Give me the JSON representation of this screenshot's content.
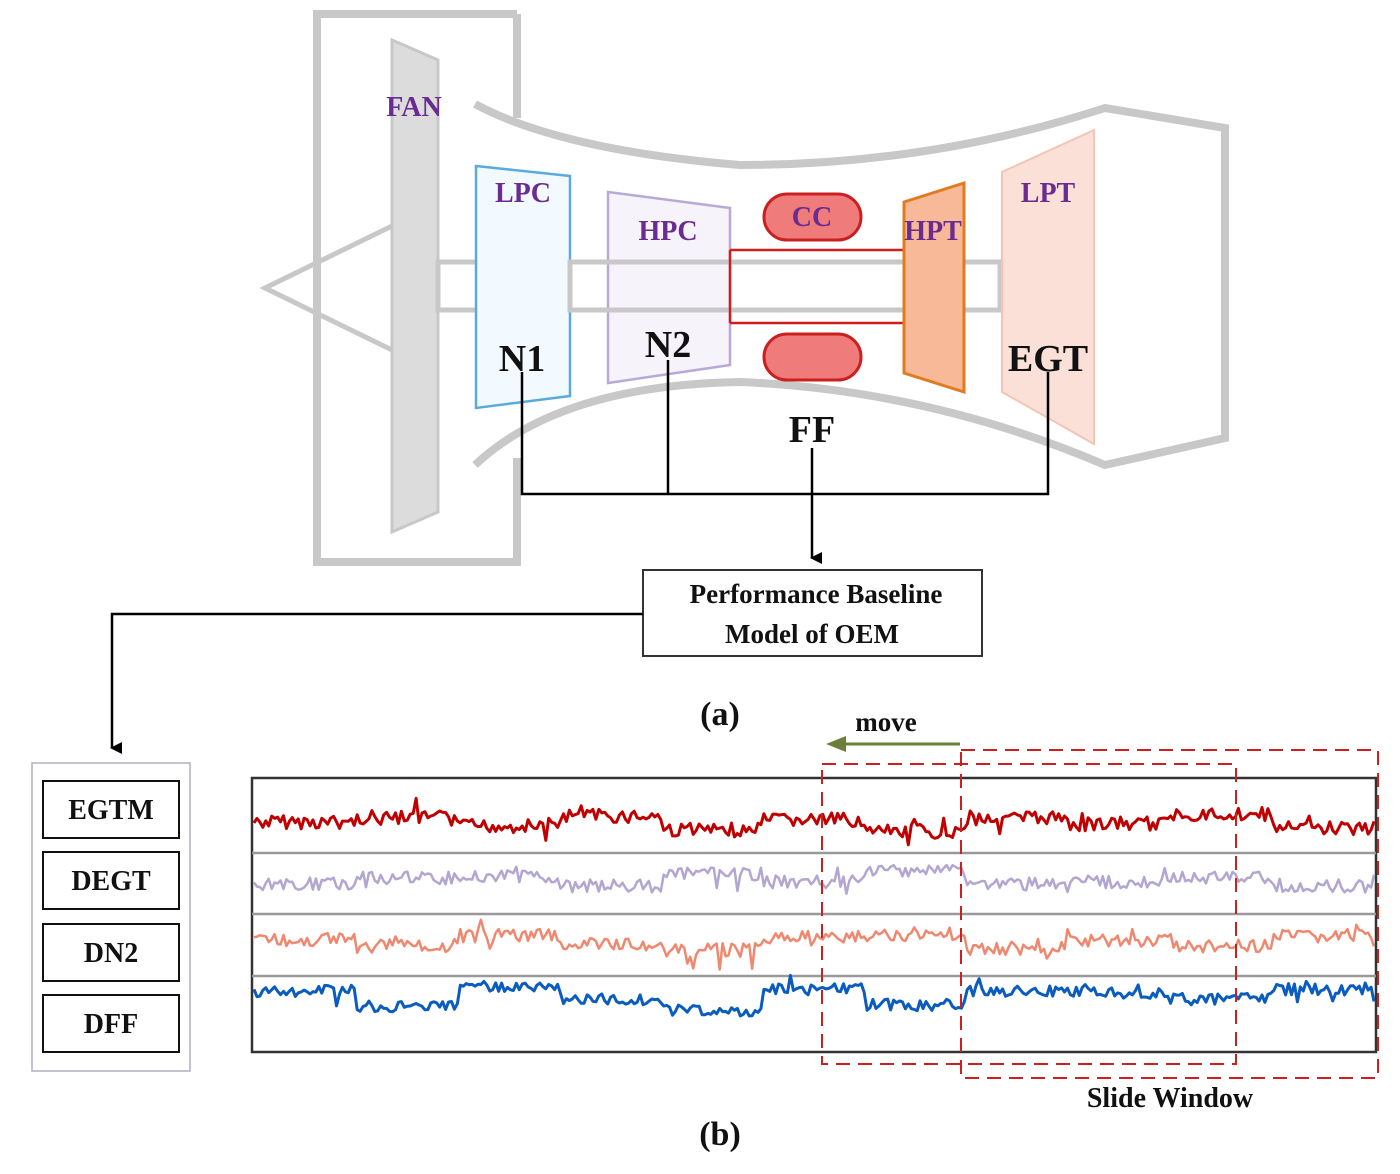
{
  "engine": {
    "fan": "FAN",
    "lpc": "LPC",
    "hpc": "HPC",
    "cc": "CC",
    "hpt": "HPT",
    "lpt": "LPT",
    "n1": "N1",
    "n2": "N2",
    "egt": "EGT",
    "ff": "FF"
  },
  "baseline_box": {
    "line1": "Performance Baseline",
    "line2": "Model of OEM"
  },
  "caption_a": "(a)",
  "caption_b": "(b)",
  "indicators": [
    "EGTM",
    "DEGT",
    "DN2",
    "DFF"
  ],
  "move_label": "move",
  "slide_window_label": "Slide Window",
  "colors": {
    "engine_outline": "#c8c8c8",
    "component_label": "#6a2c91",
    "lpc": "#5aaadf",
    "hpc": "#b9a9d6",
    "cc": "#cc1f1f",
    "hpt": "#e07b1f",
    "lpt": "#f4b8a8",
    "window": "#cc1f1f",
    "arrow_move": "#6b7f3a",
    "series": [
      "#c00000",
      "#b3a6d1",
      "#f08870",
      "#0a5cbf"
    ]
  }
}
